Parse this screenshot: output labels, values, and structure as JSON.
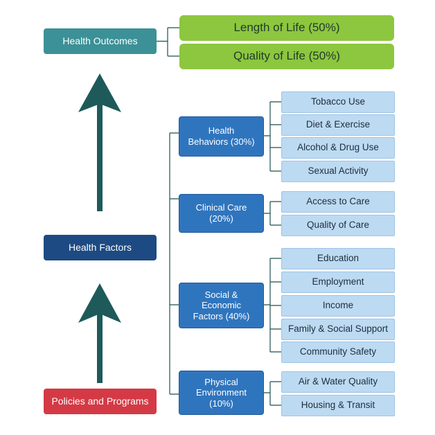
{
  "nodes": {
    "health_outcomes": "Health Outcomes",
    "health_factors": "Health Factors",
    "policies_programs": "Policies and Programs"
  },
  "outcomes": [
    "Length of Life (50%)",
    "Quality of Life (50%)"
  ],
  "categories": [
    {
      "label": "Health\nBehaviors (30%)",
      "items": [
        "Tobacco Use",
        "Diet & Exercise",
        "Alcohol & Drug Use",
        "Sexual Activity"
      ]
    },
    {
      "label": "Clinical Care\n(20%)",
      "items": [
        "Access to Care",
        "Quality of Care"
      ]
    },
    {
      "label": "Social &\nEconomic\nFactors (40%)",
      "items": [
        "Education",
        "Employment",
        "Income",
        "Family & Social Support",
        "Community Safety"
      ]
    },
    {
      "label": "Physical\nEnvironment\n(10%)",
      "items": [
        "Air & Water Quality",
        "Housing & Transit"
      ]
    }
  ],
  "colors": {
    "outcomes_box": "#3b9197",
    "factors_box": "#1d4a82",
    "policies_box": "#d43a45",
    "outcome_measure": "#8dc63f",
    "category_box": "#2f75be",
    "leaf_box": "#bcdaf2",
    "arrow": "#1e5a5a",
    "connector": "#1e4f4f"
  },
  "icons": [
    "up-arrow-icon",
    "up-arrow-icon"
  ]
}
